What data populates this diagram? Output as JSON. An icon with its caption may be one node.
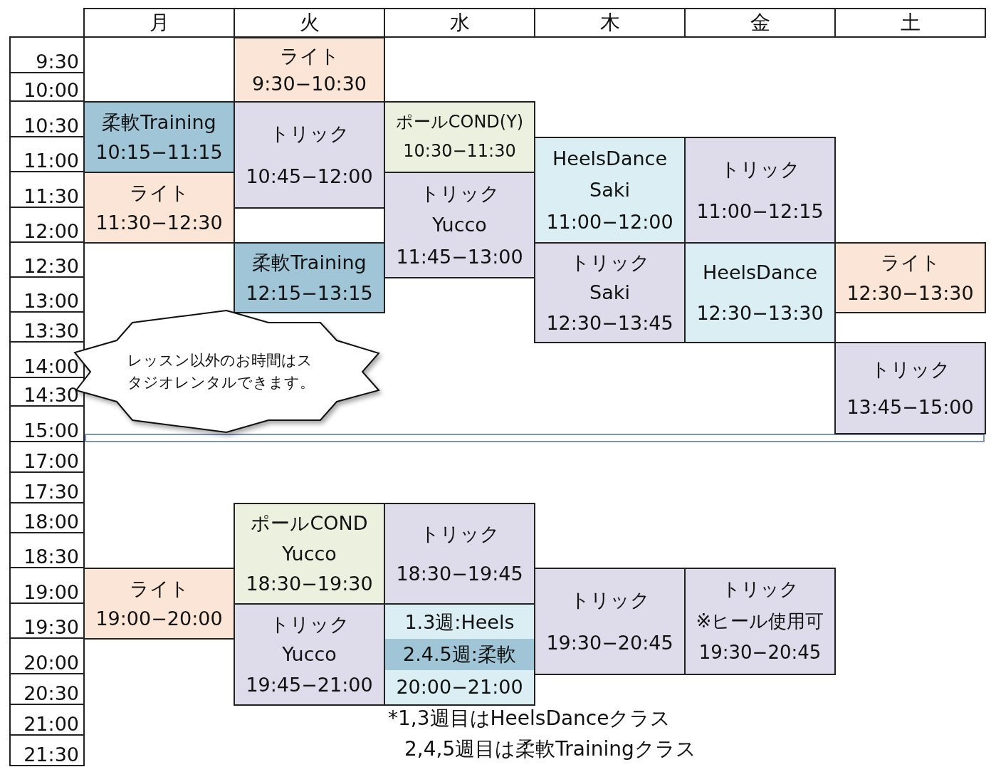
{
  "diagram": {
    "nodes": [
      {
        "text": [
          "ライト",
          "9:30−10:30"
        ]
      },
      {
        "text": [
          "柔軟Training",
          "10:15−11:15"
        ]
      },
      {
        "text": [
          "トリック",
          "10:45−12:00"
        ]
      },
      {
        "text": [
          "ポールCOND(Y)",
          "10:30−11:30"
        ]
      },
      {
        "text": [
          "HeelsDance",
          "Saki",
          "11:00−12:00"
        ]
      },
      {
        "text": [
          "トリック",
          "11:00−12:15"
        ]
      },
      {
        "text": [
          "ライト",
          "11:30−12:30"
        ]
      },
      {
        "text": [
          "トリック",
          "Yucco",
          "11:45−13:00"
        ]
      },
      {
        "text": [
          "柔軟Training",
          "12:15−13:15"
        ]
      },
      {
        "text": [
          "トリック",
          "Saki",
          "12:30−13:45"
        ]
      },
      {
        "text": [
          "HeelsDance",
          "12:30−13:30"
        ]
      },
      {
        "text": [
          "ライト",
          "12:30−13:30"
        ]
      },
      {
        "text": [
          "レッスン以外のお時間はスタジオレンタルできます。"
        ]
      },
      {
        "text": [
          "トリック",
          "13:45−15:00"
        ]
      },
      {
        "text": [
          "ポールCOND",
          "Yucco",
          "18:30−19:30"
        ]
      },
      {
        "text": [
          "トリック",
          "18:30−19:45"
        ]
      },
      {
        "text": [
          "ライト",
          "19:00−20:00"
        ]
      },
      {
        "text": [
          "トリック",
          "19:30−20:45"
        ]
      },
      {
        "text": [
          "トリック",
          "※ヒール使用可",
          "19:30−20:45"
        ]
      },
      {
        "text": [
          "トリック",
          "Yucco",
          "19:45−21:00"
        ]
      },
      {
        "text": [
          "1.3週:Heels",
          "2.4.5週:柔軟",
          "20:00−21:00"
        ]
      }
    ],
    "labels": [
      "月",
      "火",
      "水",
      "木",
      "金",
      "土",
      "9:30",
      "10:00",
      "10:30",
      "11:00",
      "11:30",
      "12:00",
      "12:30",
      "13:00",
      "13:30",
      "14:00",
      "14:30",
      "15:00",
      "17:00",
      "17:30",
      "18:00",
      "18:30",
      "19:00",
      "19:30",
      "20:00",
      "20:30",
      "21:00",
      "21:30",
      "*1,3週目はHeelsDanceクラス",
      "2,4,5週目は柔軟Trainingクラス"
    ]
  }
}
